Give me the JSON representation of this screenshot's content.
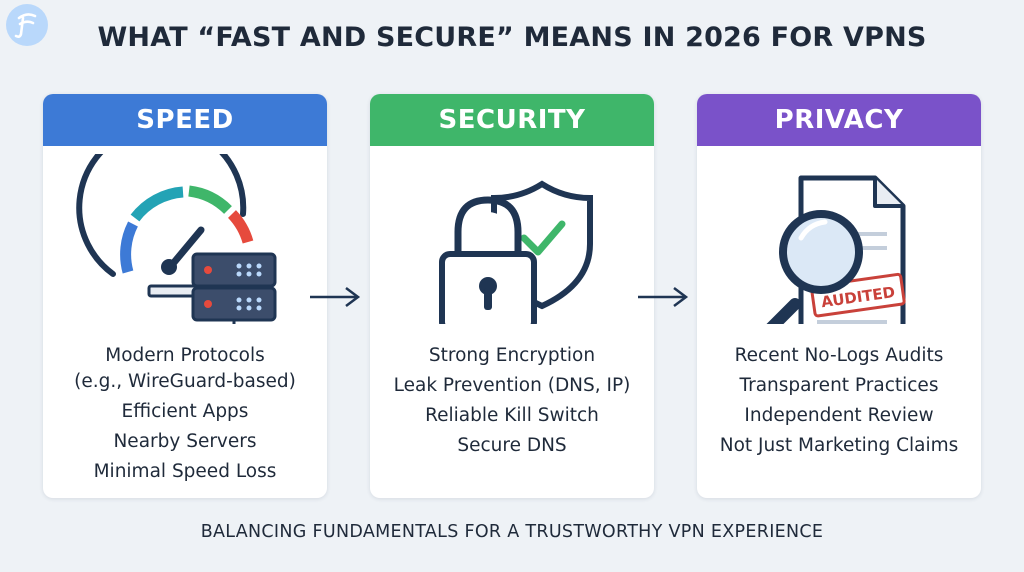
{
  "logo": {
    "glyph": "F"
  },
  "title": "WHAT “FAST AND SECURE” MEANS IN 2026 FOR VPNS",
  "cards": [
    {
      "header": "SPEED",
      "color": "#3d7ad6",
      "items": [
        "Modern Protocols",
        "(e.g., WireGuard-based)",
        "Efficient Apps",
        "Nearby Servers",
        "Minimal Speed Loss"
      ]
    },
    {
      "header": "SECURITY",
      "color": "#3fb66a",
      "items": [
        "Strong Encryption",
        "Leak Prevention (DNS, IP)",
        "Reliable Kill Switch",
        "Secure DNS"
      ]
    },
    {
      "header": "PRIVACY",
      "color": "#7a52c9",
      "stamp": "AUDITED",
      "items": [
        "Recent No-Logs Audits",
        "Transparent Practices",
        "Independent Review",
        "Not Just Marketing Claims"
      ]
    }
  ],
  "footer": "BALANCING FUNDAMENTALS FOR A TRUSTWORTHY VPN EXPERIENCE"
}
